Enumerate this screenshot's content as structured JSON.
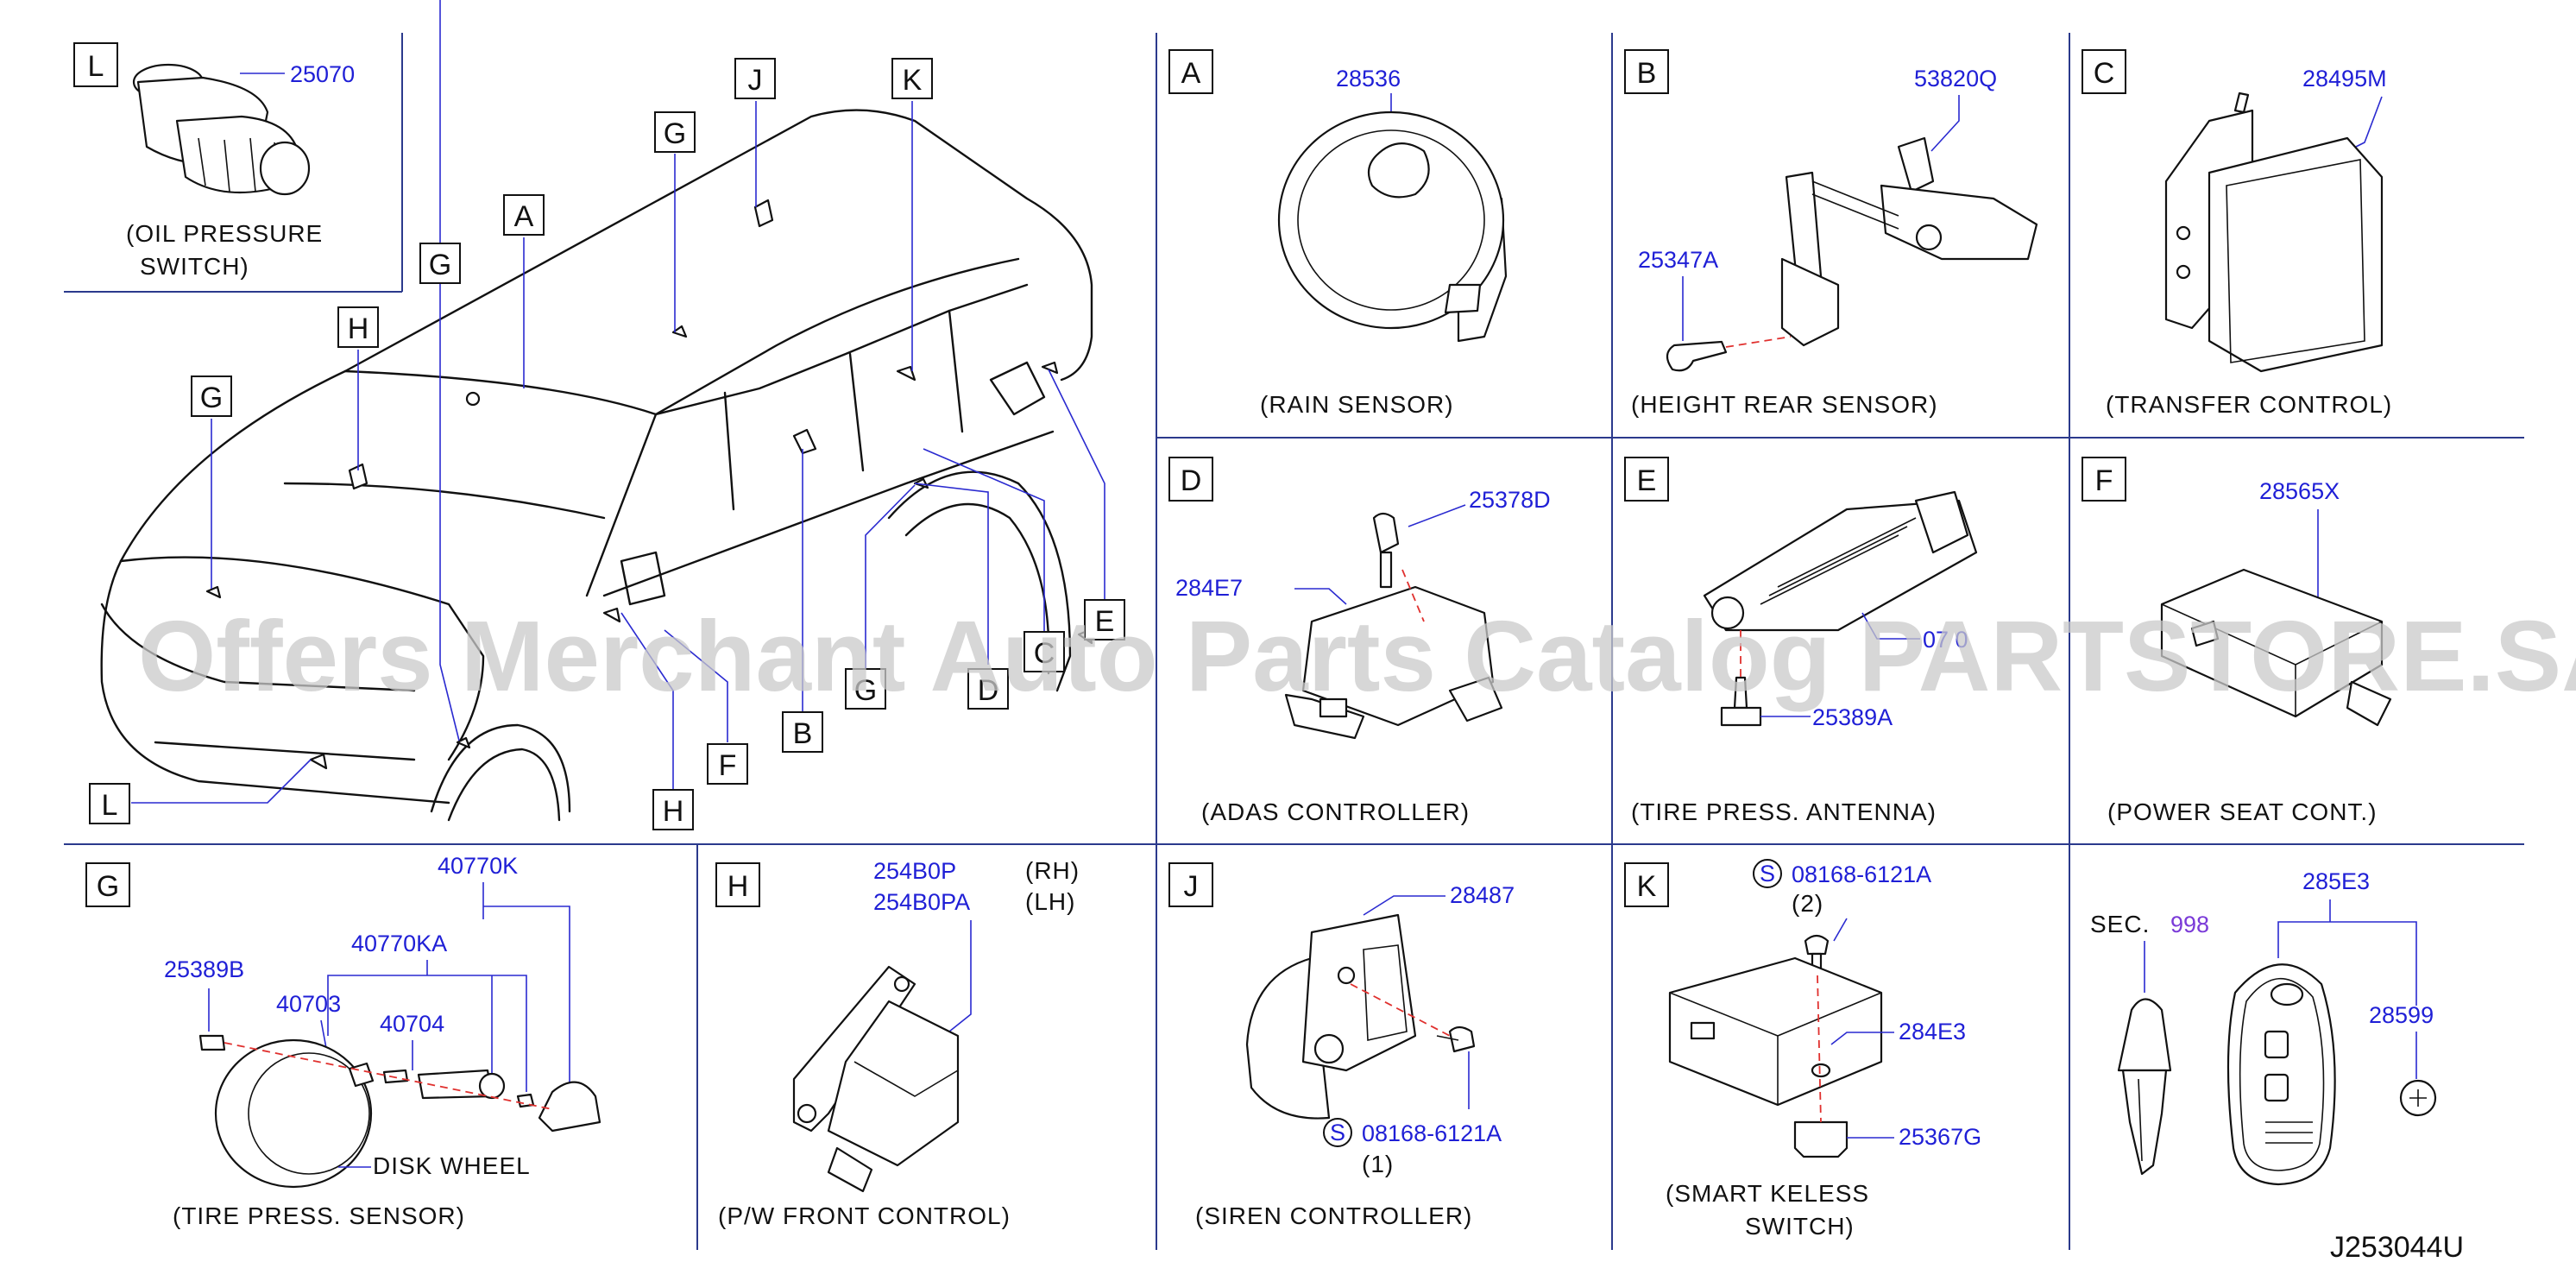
{
  "sections": {
    "L": {
      "letter": "L",
      "part": "25070",
      "caption1": "(OIL   PRESSURE",
      "caption2": "SWITCH)"
    },
    "A": {
      "letter": "A",
      "part": "28536",
      "caption": "(RAIN   SENSOR)"
    },
    "B": {
      "letter": "B",
      "part1": "53820Q",
      "part2": "25347A",
      "caption": "(HEIGHT   REAR   SENSOR)"
    },
    "C": {
      "letter": "C",
      "part": "28495M",
      "caption": "(TRANSFER   CONTROL)"
    },
    "D": {
      "letter": "D",
      "part1": "25378D",
      "part2": "284E7",
      "caption": "(ADAS   CONTROLLER)"
    },
    "E": {
      "letter": "E",
      "part1": "07  0",
      "part2": "25389A",
      "caption": "(TIRE   PRESS.   ANTENNA)"
    },
    "F": {
      "letter": "F",
      "part": "28565X",
      "caption": "(POWER   SEAT   CONT.)"
    },
    "G": {
      "letter": "G",
      "part1": "40770K",
      "part2": "40770KA",
      "part3": "25389B",
      "part4": "40703",
      "part5": "40704",
      "label": "DISK   WHEEL",
      "caption": "(TIRE   PRESS.   SENSOR)"
    },
    "H": {
      "letter": "H",
      "part1": "254B0P",
      "side1": "(RH)",
      "part2": "254B0PA",
      "side2": "(LH)",
      "caption": "(P/W   FRONT   CONTROL)"
    },
    "J": {
      "letter": "J",
      "part1": "28487",
      "part2": "08168-6121A",
      "qty": "(1)",
      "s": "S",
      "caption": "(SIREN   CONTROLLER)"
    },
    "K": {
      "letter": "K",
      "part1": "08168-6121A",
      "qty": "(2)",
      "s": "S",
      "part2": "284E3",
      "part3": "25367G",
      "caption1": "(SMART   KELESS",
      "caption2": "SWITCH)"
    },
    "KEY": {
      "sec_label": "SEC.",
      "sec_num": "998",
      "part1": "285E3",
      "part2": "28599"
    }
  },
  "car_callouts": {
    "J": "J",
    "K": "K",
    "G1": "G",
    "G2": "G",
    "G3": "G",
    "A": "A",
    "H1": "H",
    "E": "E",
    "L": "L",
    "B": "B",
    "G4": "G",
    "D": "D",
    "H2": "H",
    "F": "F",
    "C": "C"
  },
  "watermark": "Offers Merchant Auto Parts Catalog PARTSTORE.SA",
  "drawing_code": "J253044U"
}
